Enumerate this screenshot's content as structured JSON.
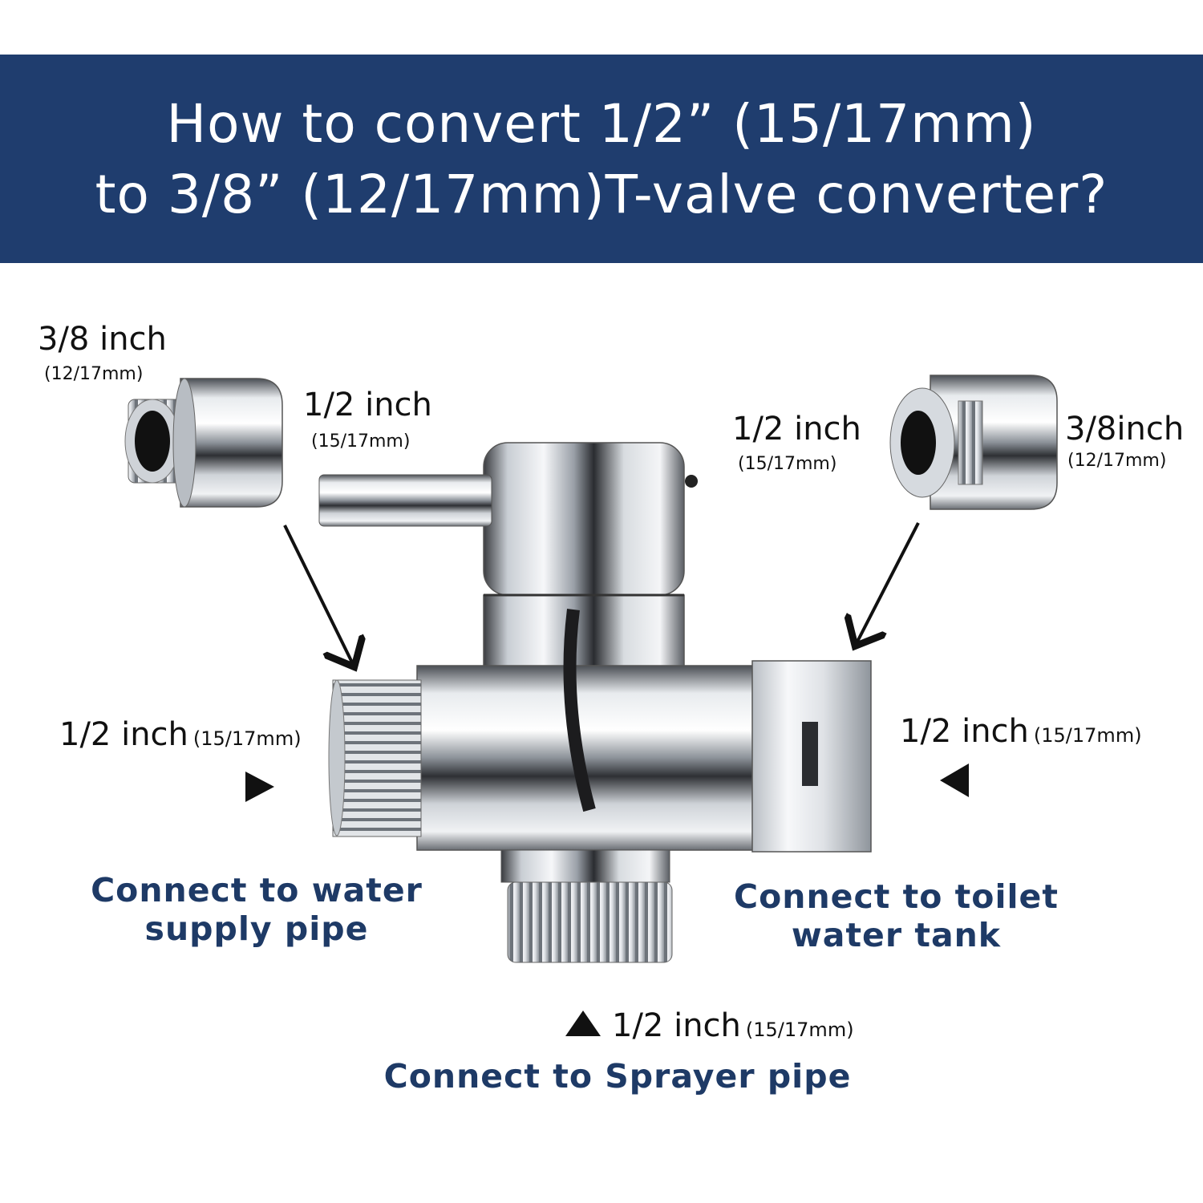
{
  "title": {
    "line1": "How to convert 1/2” (15/17mm)",
    "line2": "to 3/8” (12/17mm)T-valve converter?"
  },
  "adapters": {
    "left": {
      "size": "3/8 inch",
      "mm": "(12/17mm)",
      "mates": "1/2 inch",
      "mates_mm": "(15/17mm)"
    },
    "right": {
      "size": "3/8inch",
      "mm": "(12/17mm)",
      "mates": "1/2 inch",
      "mates_mm": "(15/17mm)"
    }
  },
  "ports": {
    "left": {
      "size": "1/2 inch",
      "mm": "(15/17mm)",
      "caption_line1": "Connect to water",
      "caption_line2": "supply pipe"
    },
    "right": {
      "size": "1/2 inch",
      "mm": "(15/17mm)",
      "caption_line1": "Connect to toilet",
      "caption_line2": "water tank"
    },
    "bottom": {
      "size": "1/2 inch",
      "mm": "(15/17mm)",
      "caption": "Connect to Sprayer pipe"
    }
  },
  "colors": {
    "banner": "#1f3d6e",
    "caption_text": "#1e3a66",
    "chrome_light": "#f2f4f6",
    "chrome_dark": "#1c1c1e"
  }
}
